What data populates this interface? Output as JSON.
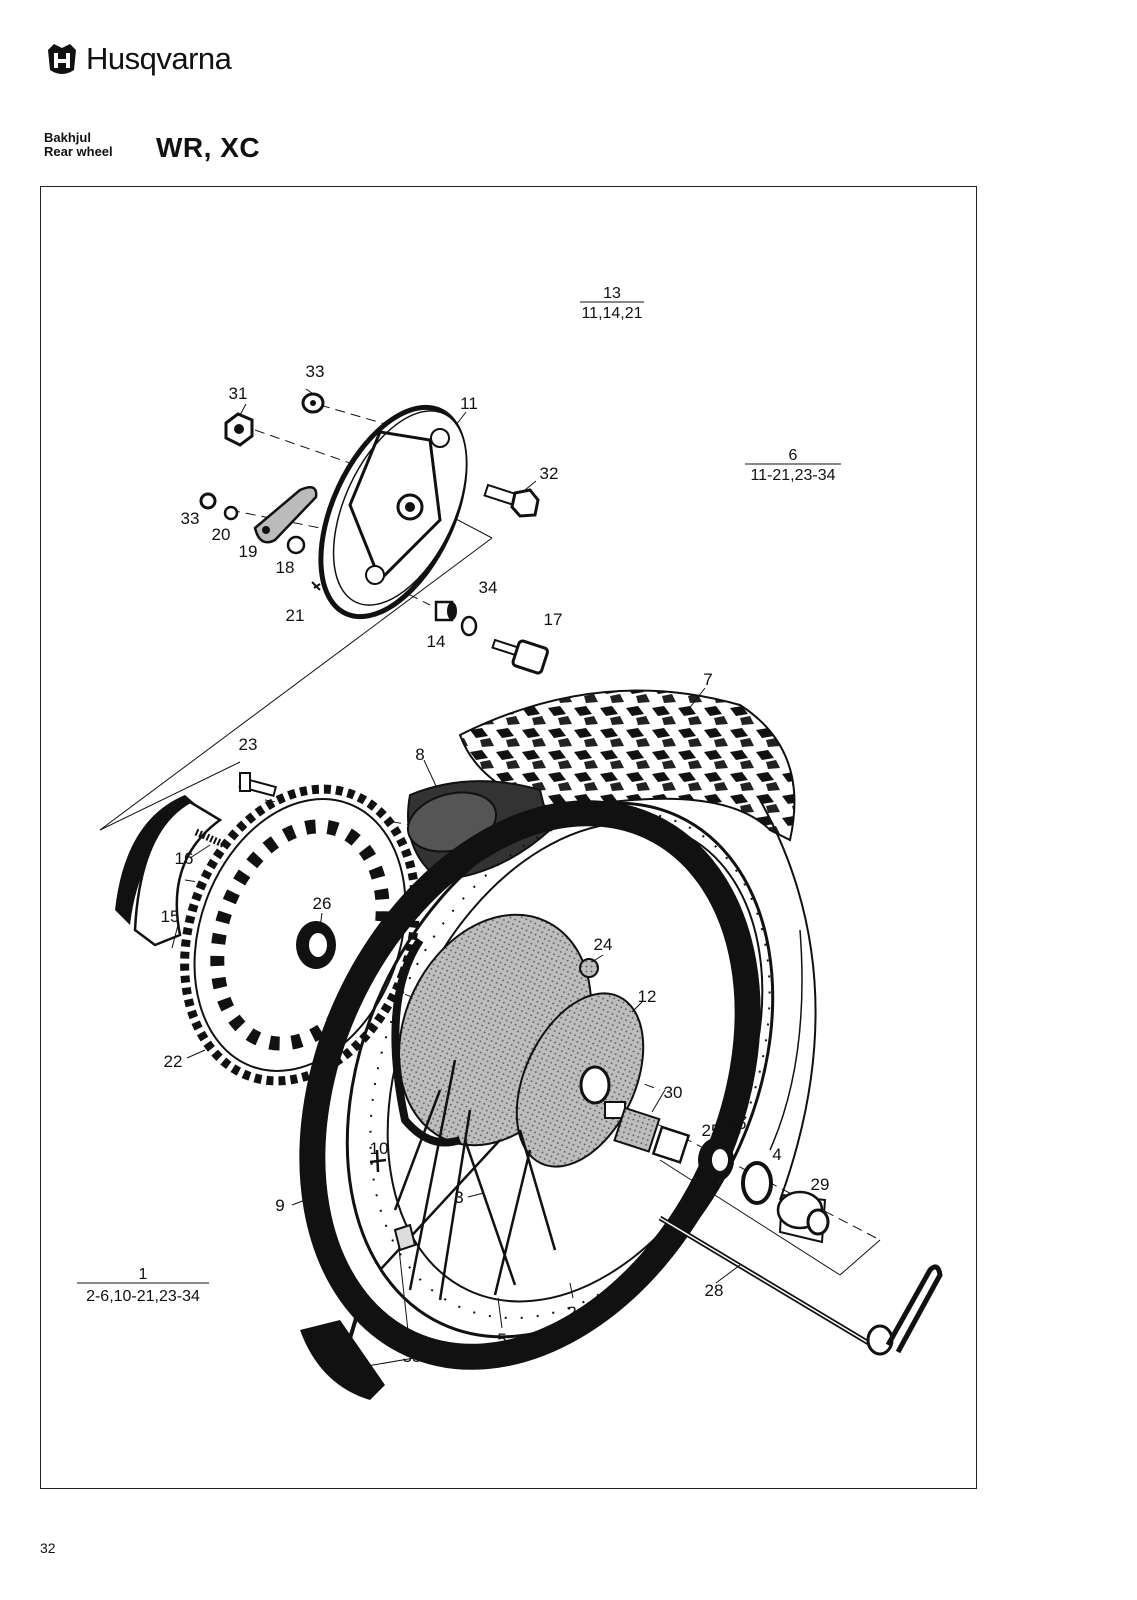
{
  "header": {
    "brand": "Husqvarna",
    "subtitle_sv": "Bakhjul",
    "subtitle_en": "Rear wheel",
    "model": "WR, XC"
  },
  "assembly_refs": [
    {
      "part": "13",
      "contains": "11,14,21"
    },
    {
      "part": "6",
      "contains": "11-21,23-34"
    },
    {
      "part": "1",
      "contains": "2-6,10-21,23-34"
    }
  ],
  "callouts": [
    "33",
    "31",
    "11",
    "32",
    "33",
    "20",
    "19",
    "18",
    "21",
    "34",
    "14",
    "17",
    "7",
    "23",
    "8",
    "16",
    "26",
    "15",
    "24",
    "12",
    "22",
    "30",
    "25",
    "26",
    "4",
    "29",
    "10",
    "3",
    "9",
    "28",
    "2",
    "5",
    "35"
  ],
  "page_number": "32"
}
